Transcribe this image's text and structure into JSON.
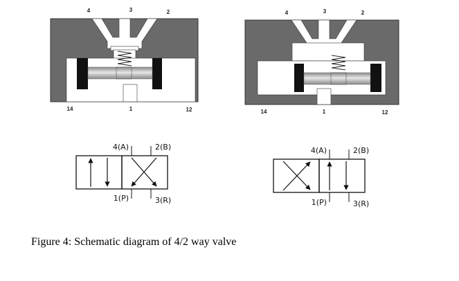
{
  "valve_left": {
    "port_top_left": "4",
    "port_top_center": "3",
    "port_top_right": "2",
    "port_bottom_left": "14",
    "port_bottom_center": "1",
    "port_bottom_right": "12"
  },
  "valve_right": {
    "port_top_left": "4",
    "port_top_center": "3",
    "port_top_right": "2",
    "port_bottom_left": "14",
    "port_bottom_center": "1",
    "port_bottom_right": "12"
  },
  "symbol_left": {
    "port_a": "4(A)",
    "port_b": "2(B)",
    "port_p": "1(P)",
    "port_r": "3(R)"
  },
  "symbol_right": {
    "port_a": "4(A)",
    "port_b": "2(B)",
    "port_p": "1(P)",
    "port_r": "3(R)"
  },
  "caption": "Figure 4: Schematic diagram of 4/2 way valve",
  "colors": {
    "body": "#6a6a6a",
    "cavity": "#ffffff",
    "end_block": "#111111",
    "spool": "#c9c9c9",
    "line": "#111111"
  }
}
